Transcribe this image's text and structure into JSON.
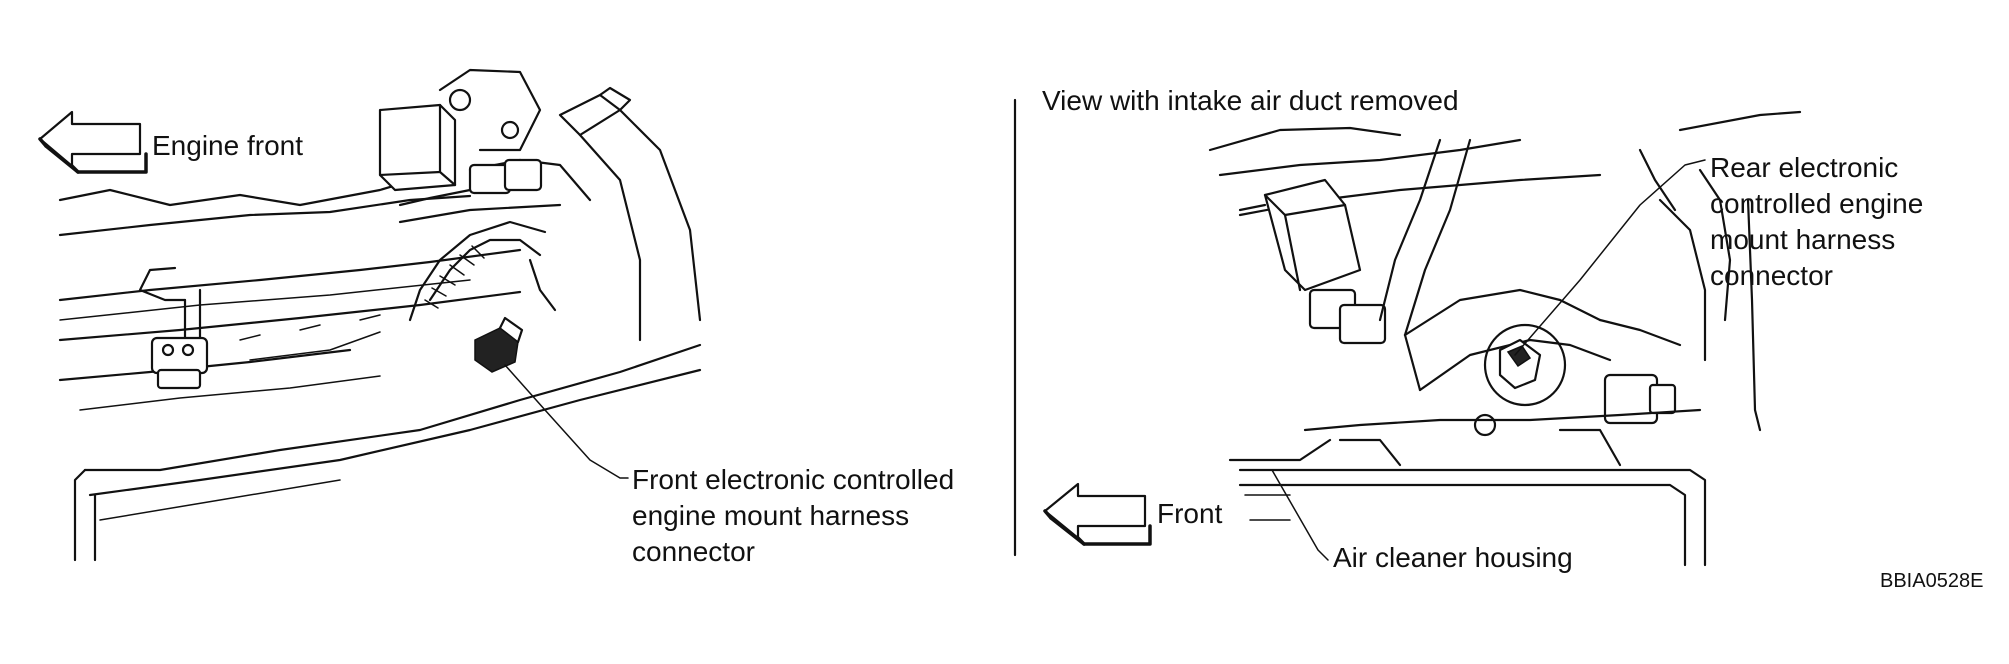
{
  "left_view": {
    "direction_label": "Engine front",
    "callout": [
      "Front electronic controlled",
      "engine mount harness",
      "connector"
    ]
  },
  "right_view": {
    "title": "View with intake air duct removed",
    "direction_label": "Front",
    "callout_top": [
      "Rear electronic",
      "controlled engine",
      "mount harness",
      "connector"
    ],
    "callout_bottom": "Air cleaner housing"
  },
  "figure_code": "BBIA0528E"
}
